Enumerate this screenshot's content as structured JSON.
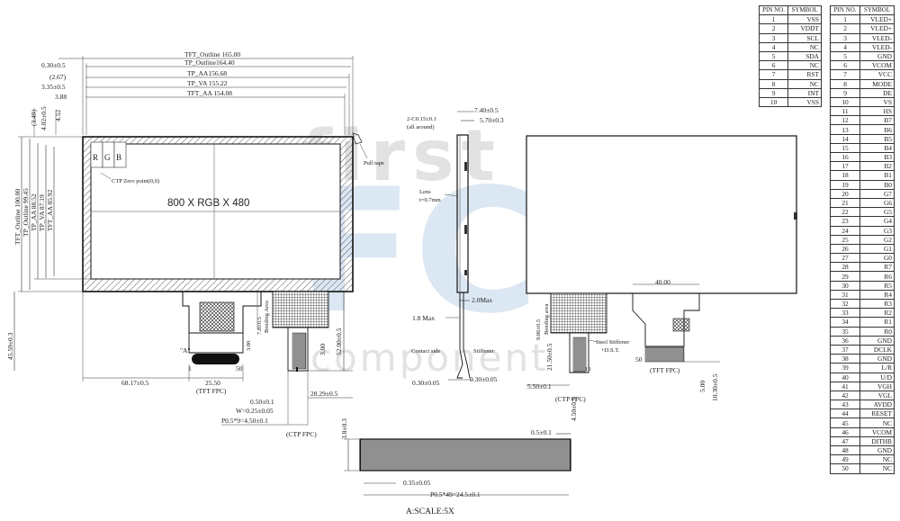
{
  "watermark": {
    "top": "first",
    "middle": "FC",
    "bottom": "component"
  },
  "front_view": {
    "outline_dims": [
      {
        "key": "tft_outline_w",
        "label": "TFT_Outline 165.00"
      },
      {
        "key": "tp_outline_w",
        "label": "TP_Outline164.40"
      },
      {
        "key": "tp_aa_w",
        "label": "TP_AA156.68"
      },
      {
        "key": "tp_va_w",
        "label": "TP_VA 155.22"
      },
      {
        "key": "tft_aa_w",
        "label": "TFT_AA 154.08"
      }
    ],
    "left_offsets": [
      "0.30±0.5",
      "(2.67)",
      "3.35±0.5",
      "3.88"
    ],
    "vertical_dims": [
      "TFT_Outline 100.00",
      "TP_Outline 99.45",
      "TP_AA 88.52",
      "TP_VA 87.19",
      "TFT_AA 85.92"
    ],
    "top_offsets": [
      "(3.49)",
      "4.02±0.5",
      "4.52"
    ],
    "pixel_labels": [
      "R",
      "G",
      "B"
    ],
    "ctp_zero": "CTP Zero point(0,0)",
    "resolution": "800 X RGB X 480",
    "pull_tape": "Pull tape",
    "bending_area": "Bending Area",
    "bend_w": "7.8±0.5",
    "fpc_h1": "3.80",
    "fpc_h2": "3.00",
    "ctp_len": "52.00±0.5",
    "total_h": "45.59±0.3",
    "detail_mark": "\"A\"",
    "pin_one": "1",
    "pin_fifty": "50",
    "tft_fpc_w": "25.50",
    "tft_fpc_pos": "68.17±0.5",
    "tft_fpc_label": "(TFT FPC)",
    "ctp_pitch": "0.50±0.1",
    "ctp_w": "W=0.25±0.05",
    "ctp_p": "P0.5*9=4.50±0.1",
    "ctp_pos": "28.29±0.5",
    "ctp_fpc_label": "(CTP FPC)"
  },
  "side_view": {
    "total_t": "7.40±0.5",
    "module_t": "5.70±0.3",
    "chamfer": "2-C0.15±0.1",
    "chamfer_note": "(all around)",
    "lens": "Lens",
    "lens_t": "t=0.7mm",
    "max2": "2.0Max",
    "max18": "1.8 Max",
    "contact_side": "Contact side",
    "stiffener": "Stiffener",
    "t1": "0.30±0.05",
    "t2": "0.30±0.05"
  },
  "back_view": {
    "bending_area": "Bending area",
    "bend_h": "9.86±0.5",
    "fpc_len": "21.50±0.5",
    "pos": "5.50±0.1",
    "w": "4.50±0.5",
    "steel": "Steel Stiffener",
    "dst": "+D.S.T.",
    "ten": "10",
    "ctp_fpc_label": "(CTP FPC)",
    "tft_w": "40.00",
    "fifty": "50",
    "tft_fpc_label": "(TFT FPC)",
    "h1": "5.00",
    "h2": "10.30±0.5"
  },
  "detail_a": {
    "h": "3.8±0.3",
    "tip": "0.5±0.1",
    "gap": "0.35±0.05",
    "pitch": "P0.5*49=24.5±0.1",
    "scale": "A:SCALE:5X"
  },
  "ctp_table": {
    "headers": [
      "PIN NO.",
      "SYMBOL"
    ],
    "rows": [
      [
        "1",
        "VSS"
      ],
      [
        "2",
        "VDDT"
      ],
      [
        "3",
        "SCL"
      ],
      [
        "4",
        "NC"
      ],
      [
        "5",
        "SDA"
      ],
      [
        "6",
        "NC"
      ],
      [
        "7",
        "RST"
      ],
      [
        "8",
        "NC"
      ],
      [
        "9",
        "INT"
      ],
      [
        "10",
        "VSS"
      ]
    ]
  },
  "tft_table": {
    "headers": [
      "PIN NO.",
      "SYMBOL"
    ],
    "rows": [
      [
        "1",
        "VLED+"
      ],
      [
        "2",
        "VLED+"
      ],
      [
        "3",
        "VLED-"
      ],
      [
        "4",
        "VLED-"
      ],
      [
        "5",
        "GND"
      ],
      [
        "6",
        "VCOM"
      ],
      [
        "7",
        "VCC"
      ],
      [
        "8",
        "MODE"
      ],
      [
        "9",
        "DE"
      ],
      [
        "10",
        "VS"
      ],
      [
        "11",
        "HS"
      ],
      [
        "12",
        "B7"
      ],
      [
        "13",
        "B6"
      ],
      [
        "14",
        "B5"
      ],
      [
        "15",
        "B4"
      ],
      [
        "16",
        "B3"
      ],
      [
        "17",
        "B2"
      ],
      [
        "18",
        "B1"
      ],
      [
        "19",
        "B0"
      ],
      [
        "20",
        "G7"
      ],
      [
        "21",
        "G6"
      ],
      [
        "22",
        "G5"
      ],
      [
        "23",
        "G4"
      ],
      [
        "24",
        "G3"
      ],
      [
        "25",
        "G2"
      ],
      [
        "26",
        "G1"
      ],
      [
        "27",
        "G0"
      ],
      [
        "28",
        "R7"
      ],
      [
        "29",
        "R6"
      ],
      [
        "30",
        "R5"
      ],
      [
        "31",
        "R4"
      ],
      [
        "32",
        "R3"
      ],
      [
        "33",
        "R2"
      ],
      [
        "34",
        "R1"
      ],
      [
        "35",
        "R0"
      ],
      [
        "36",
        "GND"
      ],
      [
        "37",
        "DCLK"
      ],
      [
        "38",
        "GND"
      ],
      [
        "39",
        "L/R"
      ],
      [
        "40",
        "U/D"
      ],
      [
        "41",
        "VGH"
      ],
      [
        "42",
        "VGL"
      ],
      [
        "43",
        "AVDD"
      ],
      [
        "44",
        "RESET"
      ],
      [
        "45",
        "NC"
      ],
      [
        "46",
        "VCOM"
      ],
      [
        "47",
        "DITHB"
      ],
      [
        "48",
        "GND"
      ],
      [
        "49",
        "NC"
      ],
      [
        "50",
        "NC"
      ]
    ]
  }
}
